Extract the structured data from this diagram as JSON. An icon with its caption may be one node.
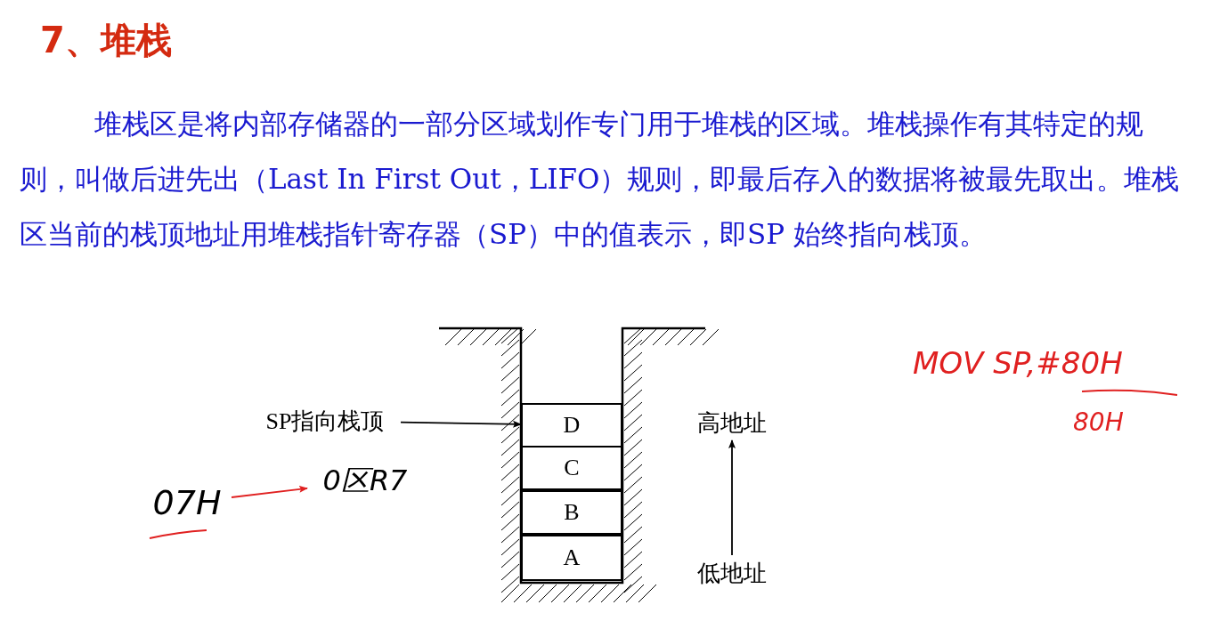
{
  "diagram": {
    "title": "7、堆栈",
    "nodes": [
      {
        "text": [
          "SP指向栈顶"
        ]
      },
      {
        "text": [
          "D"
        ]
      },
      {
        "text": [
          "C"
        ]
      },
      {
        "text": [
          "B"
        ]
      },
      {
        "text": [
          "A"
        ]
      },
      {
        "text": [
          "高地址"
        ]
      },
      {
        "text": [
          "低地址"
        ]
      },
      {
        "text": [
          "07H"
        ]
      },
      {
        "text": [
          "0区R7"
        ]
      }
    ],
    "edges": [
      {
        "from": 0,
        "to": 1,
        "arrow": "to"
      },
      {
        "from": 6,
        "to": 5,
        "arrow": "to"
      },
      {
        "from": 7,
        "to": 8,
        "arrow": "to",
        "color": "#e02020"
      }
    ],
    "labels": [
      "堆栈区是将内部存储器的一部分区域划作专门用于堆栈的区域。堆栈操作有其特定的规则，叫做后进先出（Last In First Out，LIFO）规则，即最后存入的数据将被最先取出。堆栈区当前的栈顶地址用堆栈指针寄存器（SP）中的值表示，即SP 始终指向栈顶。",
      "MOV SP,#80H",
      "80H"
    ]
  }
}
